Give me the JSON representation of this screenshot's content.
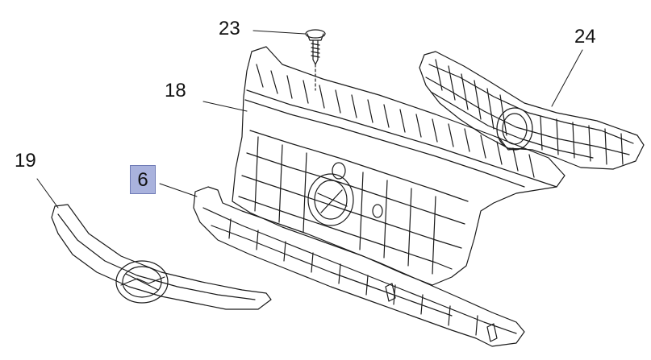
{
  "callouts": {
    "screw": "23",
    "inner_grille": "24",
    "grille_panel": "18",
    "trim_strip": "19",
    "bracket": "6"
  },
  "colors": {
    "line": "#1a1a1a",
    "highlight_fill": "#a9b2dd",
    "highlight_border": "#6f7bb6",
    "background": "#ffffff"
  }
}
